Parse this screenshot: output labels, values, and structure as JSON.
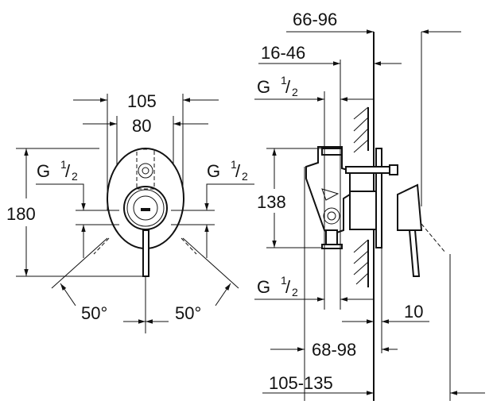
{
  "front_view": {
    "width_outer": "105",
    "width_inner": "80",
    "height_total": "180",
    "inlet_left": {
      "main": "G",
      "fraction_num": "1",
      "fraction_den": "2"
    },
    "inlet_right": {
      "main": "G",
      "fraction_num": "1",
      "fraction_den": "2"
    },
    "angle_left": "50°",
    "angle_right": "50°"
  },
  "side_view": {
    "projection_range": "66-96",
    "depth_range": "16-46",
    "inlet_top": {
      "main": "G",
      "fraction_num": "1",
      "fraction_den": "2"
    },
    "inlet_bottom": {
      "main": "G",
      "fraction_num": "1",
      "fraction_den": "2"
    },
    "body_height": "138",
    "plate_offset": "10",
    "install_range_1": "68-98",
    "install_range_2": "105-135"
  }
}
